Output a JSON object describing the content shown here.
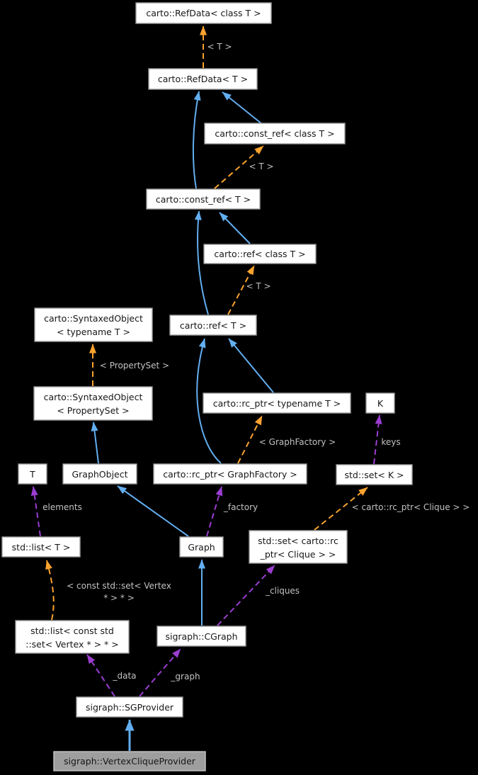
{
  "diagram": {
    "type": "doxygen-collaboration-graph",
    "focus_class": "sigraph::VertexCliqueProvider",
    "colors": {
      "background": "#000000",
      "inheritance_edge": "#63aef0",
      "template_edge": "#fca32e",
      "usage_edge": "#9b3dd1",
      "edge_label_text": "#c2c2c2",
      "node_fill": "#ffffff",
      "node_border": "#9b9b9b",
      "node_text": "#171717",
      "highlight_node_fill": "#9e9e9e",
      "highlight_node_border": "#c6c6c6"
    },
    "nodes": {
      "refdata_class_t": {
        "label": "carto::RefData< class T >"
      },
      "refdata_t": {
        "label": "carto::RefData< T >"
      },
      "const_ref_class_t": {
        "label": "carto::const_ref< class T >"
      },
      "const_ref_t": {
        "label": "carto::const_ref< T >"
      },
      "ref_class_t": {
        "label": "carto::ref< class T >"
      },
      "ref_t": {
        "label": "carto::ref< T >"
      },
      "syntaxed_typename": {
        "line1": "carto::SyntaxedObject",
        "line2": "< typename T >"
      },
      "syntaxed_propertyset": {
        "line1": "carto::SyntaxedObject",
        "line2": "< PropertySet >"
      },
      "rc_ptr_typename": {
        "label": "carto::rc_ptr< typename T >"
      },
      "k": {
        "label": "K"
      },
      "t": {
        "label": "T"
      },
      "graphobject": {
        "label": "GraphObject"
      },
      "rc_ptr_graphfactory": {
        "label": "carto::rc_ptr< GraphFactory >"
      },
      "set_k": {
        "label": "std::set< K >"
      },
      "list_t": {
        "label": "std::list< T >"
      },
      "graph": {
        "label": "Graph"
      },
      "set_clique": {
        "line1": "std::set< carto::rc",
        "line2": "_ptr< Clique > >"
      },
      "list_const_set": {
        "line1": "std::list< const std",
        "line2": "::set< Vertex * > * >"
      },
      "cgraph": {
        "label": "sigraph::CGraph"
      },
      "sgprovider": {
        "label": "sigraph::SGProvider"
      },
      "vertex_clique_provider": {
        "label": "sigraph::VertexCliqueProvider"
      }
    },
    "edge_labels": {
      "t1": "< T >",
      "t2": "< T >",
      "t3": "< T >",
      "propertyset": "< PropertySet >",
      "graphfactory": "< GraphFactory >",
      "keys": "keys",
      "elements": "elements",
      "factory": "_factory",
      "clique": "< carto::rc_ptr< Clique > >",
      "const_set_line1": "< const std::set< Vertex",
      "const_set_line2": "* > * >",
      "cliques": "_cliques",
      "data": "_data",
      "graph": "_graph"
    }
  }
}
